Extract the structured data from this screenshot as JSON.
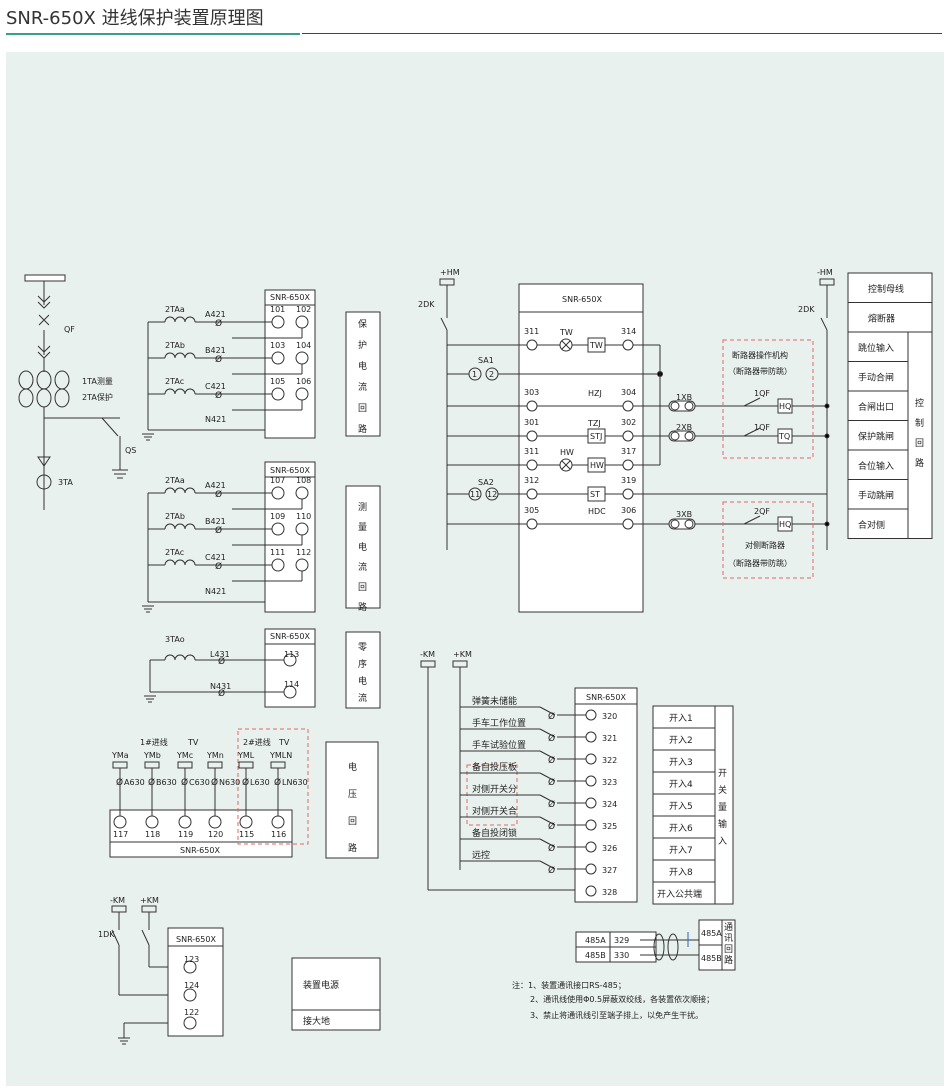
{
  "page_title": "SNR-650X 进线保护装置原理图",
  "device": "SNR-650X",
  "left_labels": {
    "qf": "QF",
    "ta_meas": "1TA测量",
    "ta_prot": "2TA保护",
    "qs": "QS",
    "ta3": "3TA"
  },
  "prot": {
    "ct": [
      "2TAa",
      "2TAb",
      "2TAc"
    ],
    "wires": [
      "A421",
      "B421",
      "C421",
      "N421"
    ],
    "terms": [
      [
        "101",
        "102"
      ],
      [
        "103",
        "104"
      ],
      [
        "105",
        "106"
      ]
    ],
    "side": [
      "保",
      "护",
      "电",
      "流",
      "回",
      "路"
    ]
  },
  "meas": {
    "ct": [
      "2TAa",
      "2TAb",
      "2TAc"
    ],
    "wires": [
      "A421",
      "B421",
      "C421",
      "N421"
    ],
    "terms": [
      [
        "107",
        "108"
      ],
      [
        "109",
        "110"
      ],
      [
        "111",
        "112"
      ]
    ],
    "side": [
      "测",
      "量",
      "电",
      "流",
      "回",
      "路"
    ]
  },
  "zero": {
    "ct": "3TAo",
    "wires": [
      "L431",
      "N431"
    ],
    "terms": [
      "113",
      "114"
    ],
    "side": [
      "零",
      "序",
      "电",
      "流"
    ]
  },
  "volt": {
    "group1": "1#进线",
    "group2": "2#进线",
    "tv": "TV",
    "names": [
      "YMa",
      "YMb",
      "YMc",
      "YMn",
      "YML",
      "YMLN"
    ],
    "wires": [
      "A630",
      "B630",
      "C630",
      "N630",
      "L630",
      "LN630"
    ],
    "terms": [
      "117",
      "118",
      "119",
      "120",
      "115",
      "116"
    ],
    "side": [
      "电",
      "压",
      "回",
      "路"
    ]
  },
  "power": {
    "km_minus": "-KM",
    "km_plus": "+KM",
    "dk": "1DK",
    "terms": [
      "123",
      "124",
      "122"
    ],
    "box": [
      "装置电源",
      "接大地"
    ]
  },
  "ctrl": {
    "hm_plus": "+HM",
    "hm_minus": "-HM",
    "dk2": "2DK",
    "sa1": "SA1",
    "sa2": "SA2",
    "c1": "1",
    "c2": "2",
    "c11": "11",
    "c12": "12",
    "rows": [
      {
        "l": "311",
        "r": "314",
        "sym": "TW",
        "box": "TW"
      },
      {
        "l": "303",
        "r": "304",
        "sym": "HZJ",
        "box": ""
      },
      {
        "l": "301",
        "r": "302",
        "sym": "TZJ",
        "box": "STJ"
      },
      {
        "l": "311",
        "r": "317",
        "sym": "HW",
        "box": "HW"
      },
      {
        "l": "312",
        "r": "319",
        "sym": "",
        "box": "ST"
      },
      {
        "l": "305",
        "r": "306",
        "sym": "HDC",
        "box": ""
      }
    ],
    "xb": [
      "1XB",
      "2XB",
      "3XB"
    ],
    "qf1": "1QF",
    "qf2": "2QF",
    "coils": [
      "HQ",
      "TQ",
      "HQ"
    ],
    "mech1": "断路器操作机构",
    "mech2": "（断路器带防跳）",
    "opp1": "对侧断路器",
    "opp2": "（断路器带防跳）",
    "right_table": [
      "控制母线",
      "熔断器",
      "跳位输入",
      "手动合闸",
      "合闸出口",
      "保护跳闸",
      "合位输入",
      "手动跳闸",
      "合对侧"
    ],
    "right_side": [
      "控",
      "制",
      "回",
      "路"
    ]
  },
  "di": {
    "km_minus": "-KM",
    "km_plus": "+KM",
    "labels": [
      "弹簧未储能",
      "手车工作位置",
      "手车试验位置",
      "备自投压板",
      "对侧开关分",
      "对侧开关合",
      "备自投闭锁",
      "远控"
    ],
    "terms": [
      "320",
      "321",
      "322",
      "323",
      "324",
      "325",
      "326",
      "327",
      "328"
    ],
    "table": [
      "开入1",
      "开入2",
      "开入3",
      "开入4",
      "开入5",
      "开入6",
      "开入7",
      "开入8",
      "开入公共端"
    ],
    "side": [
      "开",
      "关",
      "量",
      "输",
      "入"
    ]
  },
  "comm": {
    "rows": [
      [
        "485A",
        "329"
      ],
      [
        "485B",
        "330"
      ]
    ],
    "right": [
      "485A",
      "485B"
    ],
    "side": [
      "通",
      "讯",
      "回",
      "路"
    ]
  },
  "notes": [
    "注：1、装置通讯接口RS-485；",
    "2、通讯线使用Φ0.5屏蔽双绞线，各装置依次顺接；",
    "3、禁止将通讯线引至端子排上，以免产生干扰。"
  ],
  "colors": {
    "accent": "#3a9e8f",
    "panel": "#e8f1ed",
    "line": "#333333",
    "dash": "#e06666"
  }
}
